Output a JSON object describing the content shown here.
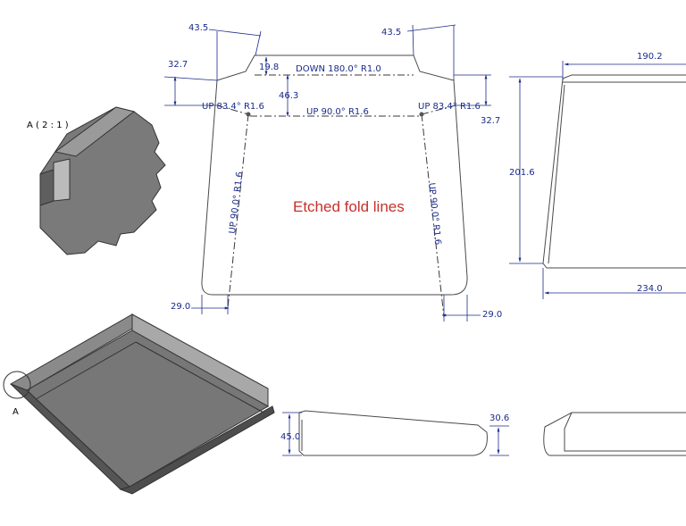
{
  "detail": {
    "label": "A ( 2 : 1 )",
    "marker": "A"
  },
  "flat_pattern": {
    "note": "Etched fold lines",
    "dims": {
      "top_left_offset": "43.5",
      "top_right_offset": "43.5",
      "left_flap_height": "32.7",
      "right_flap_height": "32.7",
      "tab_height": "19.8",
      "center_height": "46.3",
      "bottom_left_offset": "29.0",
      "bottom_right_offset": "29.0"
    },
    "folds": {
      "top": "DOWN 180.0° R1.0",
      "center": "UP 90.0° R1.6",
      "left_corner": "UP 83.4° R1.6",
      "right_corner": "UP 83.4° R1.6",
      "left_side": "UP 90.0° R1.6",
      "right_side": "UP 90.0° R1.6"
    }
  },
  "side_view": {
    "top": "190.2",
    "height": "201.6",
    "bottom": "234.0"
  },
  "front_view": {
    "left_height": "45.0",
    "right_height": "30.6"
  }
}
